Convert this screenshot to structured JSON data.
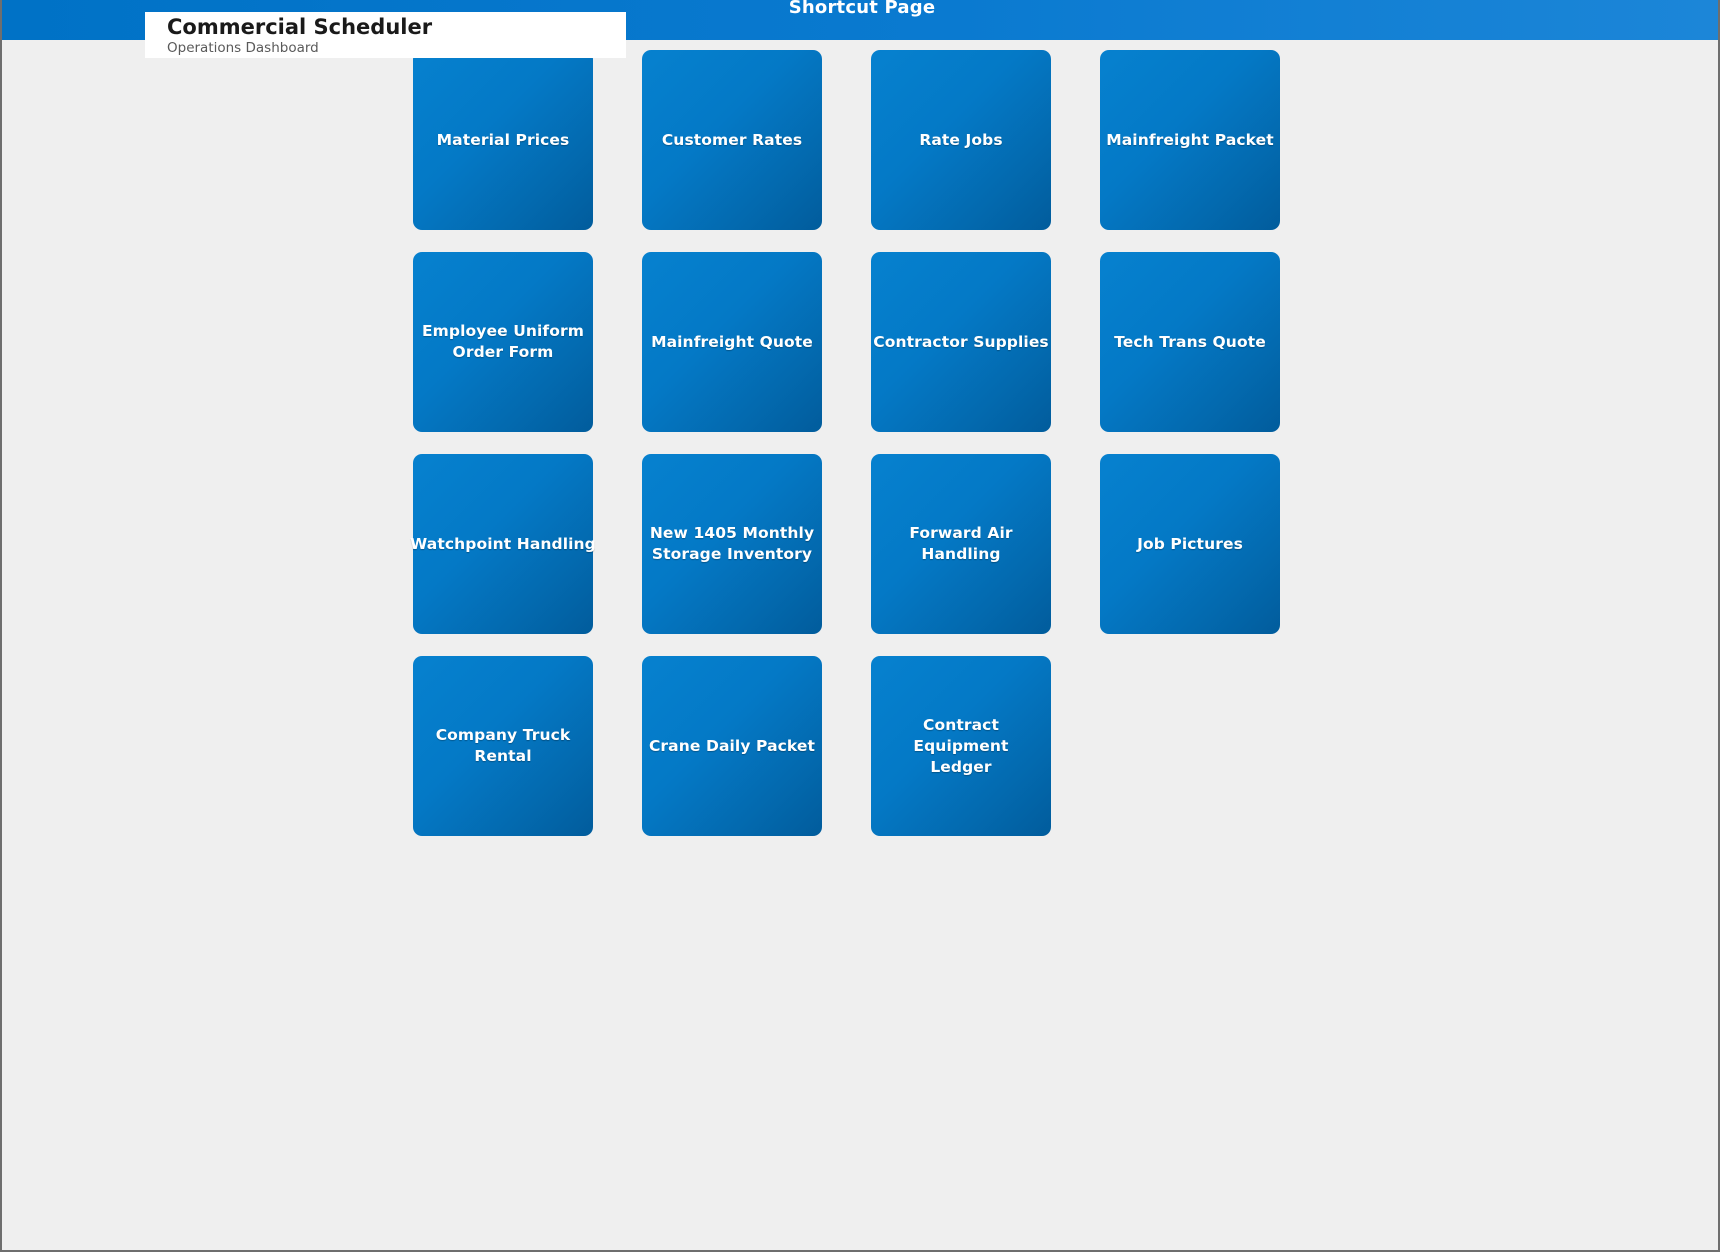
{
  "appbar": {
    "title": "Shortcut Page"
  },
  "header_card": {
    "title": "Commercial Scheduler",
    "subtitle": "Operations Dashboard"
  },
  "colors": {
    "page_background": "#efefef",
    "appbar_start": "#0072c6",
    "appbar_end": "#1c86d8",
    "tile_start": "#0681cf",
    "tile_end": "#015c9c",
    "tile_text": "#ffffff",
    "card_background": "#ffffff",
    "title_text": "#1a1a1a",
    "subtitle_text": "#5a5a5a",
    "window_border": "#6e6e6e"
  },
  "grid": {
    "columns": 4,
    "tiles": [
      {
        "label": "Material Prices",
        "nowrap": true
      },
      {
        "label": "Customer Rates",
        "nowrap": true
      },
      {
        "label": "Rate Jobs",
        "nowrap": true
      },
      {
        "label": "Mainfreight Packet",
        "nowrap": true
      },
      {
        "label": "Employee Uniform\nOrder Form",
        "nowrap": false
      },
      {
        "label": "Mainfreight Quote",
        "nowrap": true
      },
      {
        "label": "Contractor Supplies",
        "nowrap": true
      },
      {
        "label": "Tech Trans Quote",
        "nowrap": true
      },
      {
        "label": "Watchpoint Handling",
        "nowrap": true
      },
      {
        "label": "New 1405 Monthly\nStorage Inventory",
        "nowrap": false
      },
      {
        "label": "Forward Air\nHandling",
        "nowrap": false
      },
      {
        "label": "Job Pictures",
        "nowrap": true
      },
      {
        "label": "Company Truck\nRental",
        "nowrap": false
      },
      {
        "label": "Crane Daily Packet",
        "nowrap": true
      },
      {
        "label": "Contract Equipment\nLedger",
        "nowrap": false
      }
    ]
  }
}
